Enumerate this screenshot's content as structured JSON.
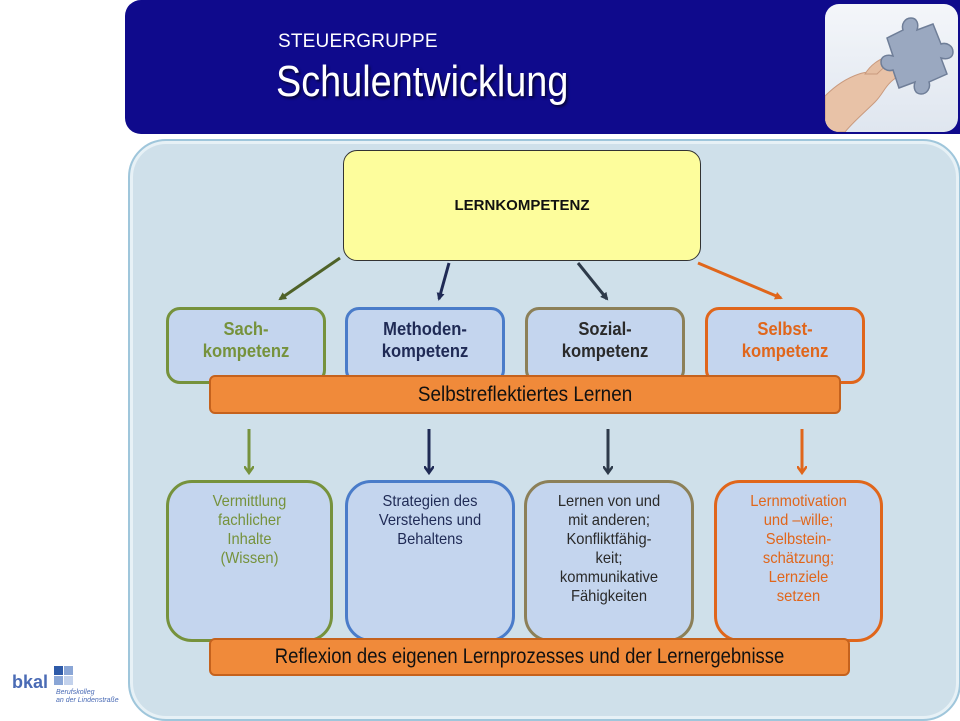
{
  "header": {
    "subtitle": "STEUERGRUPPE",
    "title": "Schulentwicklung"
  },
  "diagram": {
    "top_box": "LERNKOMPETENZ",
    "competences": [
      {
        "label": "Sach-\nkompetenz",
        "color": "#76923c"
      },
      {
        "label": "Methoden-\nkompetenz",
        "color": "#4a7cc9"
      },
      {
        "label": "Sozial-\nkompetenz",
        "color": "#8c8058"
      },
      {
        "label": "Selbst-\nkompetenz",
        "color": "#e0661b"
      }
    ],
    "banner_middle": "Selbstreflektiertes Lernen",
    "descriptions": [
      "Vermittlung\nfachlicher\nInhalte\n(Wissen)",
      "Strategien des\nVerstehens und\nBehaltens",
      "Lernen von und\nmit anderen;\nKonfliktfähig-\nkeit;\nkommunikative\nFähigkeiten",
      "Lernmotivation\nund –wille;\nSelbstein-\nschätzung;\nLernziele\nsetzen"
    ],
    "banner_bottom": "Reflexion des eigenen Lernprozesses und der Lernergebnisse"
  },
  "logo": {
    "name": "bkal",
    "line1": "Berufskolleg",
    "line2": "an der Lindenstraße"
  }
}
